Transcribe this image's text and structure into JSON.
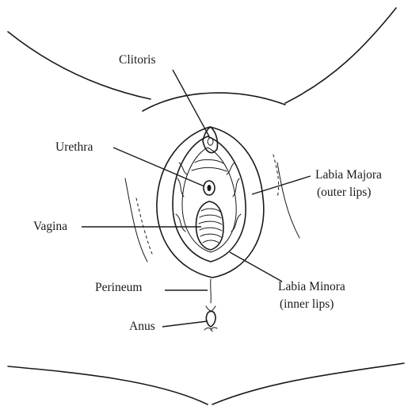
{
  "labels": {
    "clitoris": "Clitoris",
    "urethra": "Urethra",
    "vagina": "Vagina",
    "perineum": "Perineum",
    "anus": "Anus",
    "labia_majora": "Labia Majora",
    "labia_majora_note": "(outer lips)",
    "labia_minora": "Labia Minora",
    "labia_minora_note": "(inner lips)"
  }
}
